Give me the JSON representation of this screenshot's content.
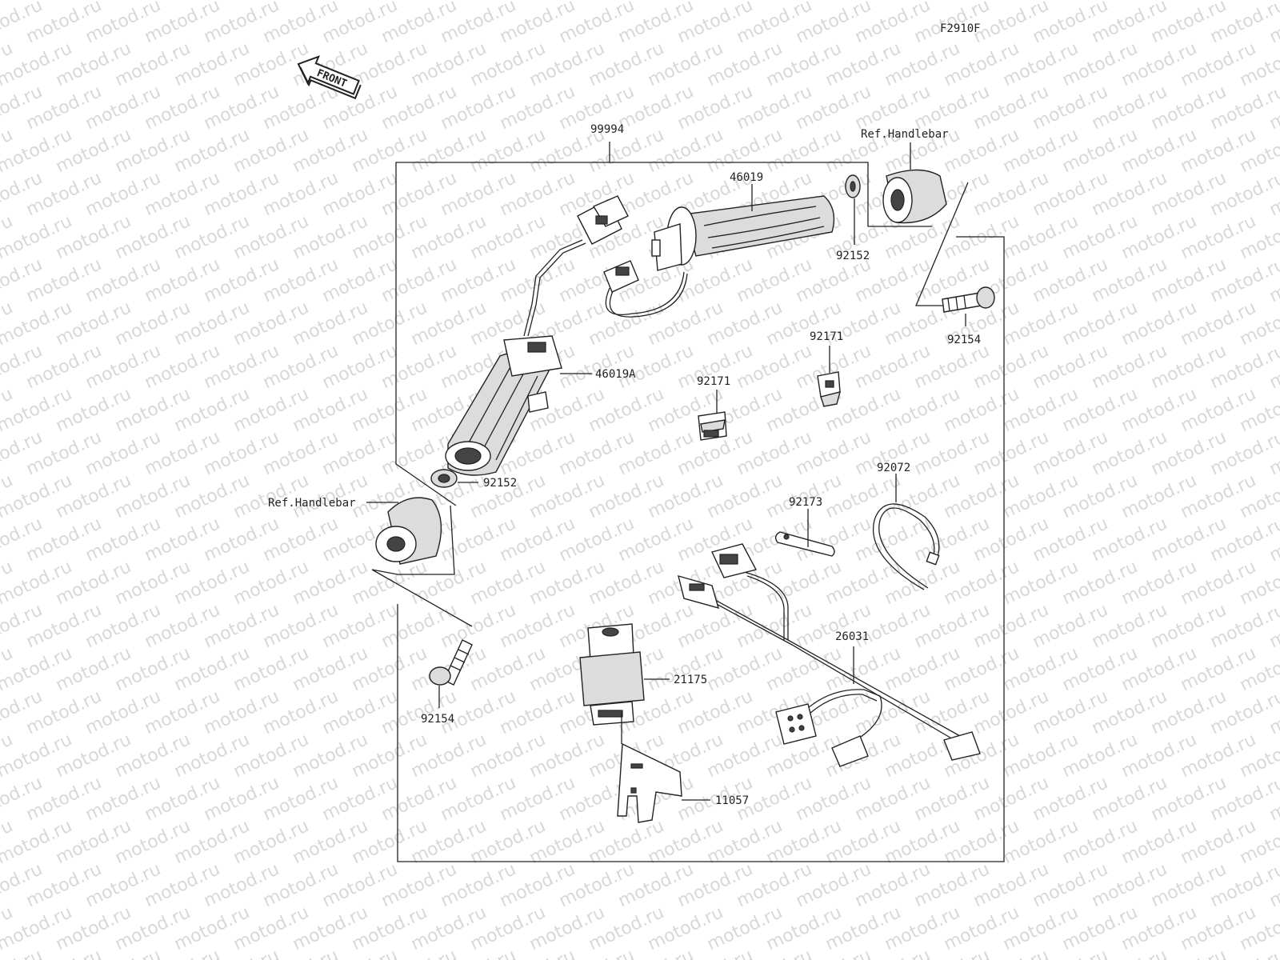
{
  "diagram": {
    "figure_code": "F2910F",
    "front_label": "FRONT",
    "watermark_text": "motod.ru",
    "labels": {
      "kit": "99994",
      "ref_handlebar_right": "Ref.Handlebar",
      "ref_handlebar_left": "Ref.Handlebar",
      "grip_right": "46019",
      "grip_left": "46019A",
      "washer_right": "92152",
      "washer_left": "92152",
      "bolt_right": "92154",
      "bolt_left": "92154",
      "clamp_a": "92171",
      "clamp_b": "92171",
      "tie_band": "92072",
      "holder": "92173",
      "harness": "26031",
      "relay": "21175",
      "bracket": "11057"
    }
  }
}
